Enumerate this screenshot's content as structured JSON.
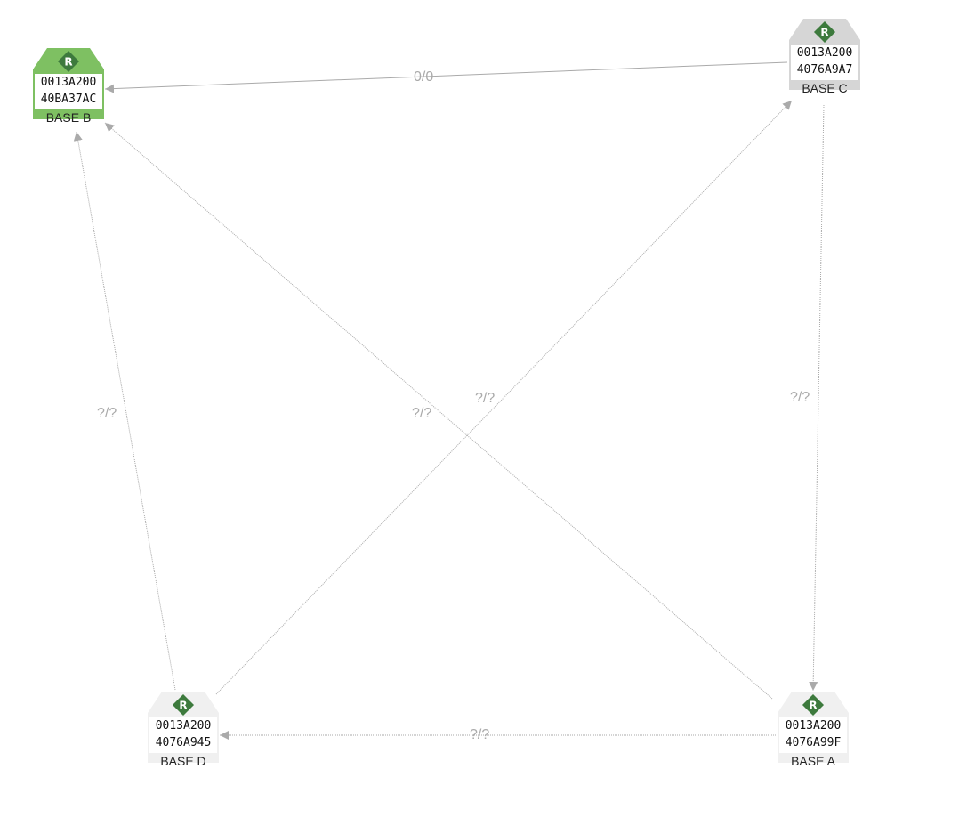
{
  "colors": {
    "connected": "#7ec062",
    "idle": "#f0f0f0",
    "idle_c": "#d6d6d6",
    "badge": "#3d7a3d",
    "edge": "#aaaaaa"
  },
  "nodes": {
    "b": {
      "addr1": "0013A200",
      "addr2": "40BA37AC",
      "label": "BASE B",
      "badge": "R",
      "state": "connected"
    },
    "c": {
      "addr1": "0013A200",
      "addr2": "4076A9A7",
      "label": "BASE C",
      "badge": "R",
      "state": "idle"
    },
    "d": {
      "addr1": "0013A200",
      "addr2": "4076A945",
      "label": "BASE D",
      "badge": "R",
      "state": "idle"
    },
    "a": {
      "addr1": "0013A200",
      "addr2": "4076A99F",
      "label": "BASE A",
      "badge": "R",
      "state": "idle"
    }
  },
  "edges": {
    "c_b": {
      "label": "0/0"
    },
    "d_b": {
      "label": "?/?"
    },
    "a_b": {
      "label": "?/?"
    },
    "d_c": {
      "label": "?/?"
    },
    "c_a": {
      "label": "?/?"
    },
    "a_d": {
      "label": "?/?"
    }
  }
}
